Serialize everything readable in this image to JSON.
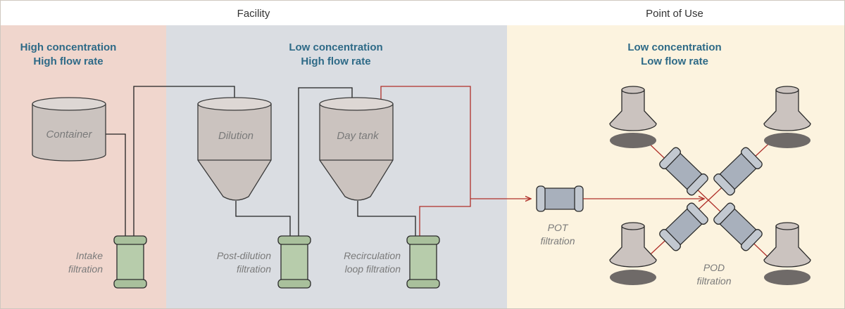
{
  "headers": {
    "facility": "Facility",
    "point_of_use": "Point of Use"
  },
  "zones": [
    {
      "line1": "High concentration",
      "line2": "High flow rate"
    },
    {
      "line1": "Low concentration",
      "line2": "High flow rate"
    },
    {
      "line1": "Low concentration",
      "line2": "Low flow rate"
    }
  ],
  "vessels": {
    "container": "Container",
    "dilution": "Dilution",
    "day_tank": "Day tank"
  },
  "filters": {
    "intake": [
      "Intake",
      "filtration"
    ],
    "post_dilution": [
      "Post-dilution",
      "filtration"
    ],
    "recirculation": [
      "Recirculation",
      "loop filtration"
    ],
    "pot": [
      "POT",
      "filtration"
    ],
    "pod": [
      "POD",
      "filtration"
    ]
  },
  "colors": {
    "zone_high": "#f0d6cd",
    "zone_low": "#dadde2",
    "zone_pou": "#fcf3df",
    "title_blue": "#2e6a87",
    "recirculation_line": "#b0302a",
    "filter_green": "#b7ccab",
    "filter_blue": "#a8b0bc",
    "tank_gray": "#cbc3bf"
  }
}
